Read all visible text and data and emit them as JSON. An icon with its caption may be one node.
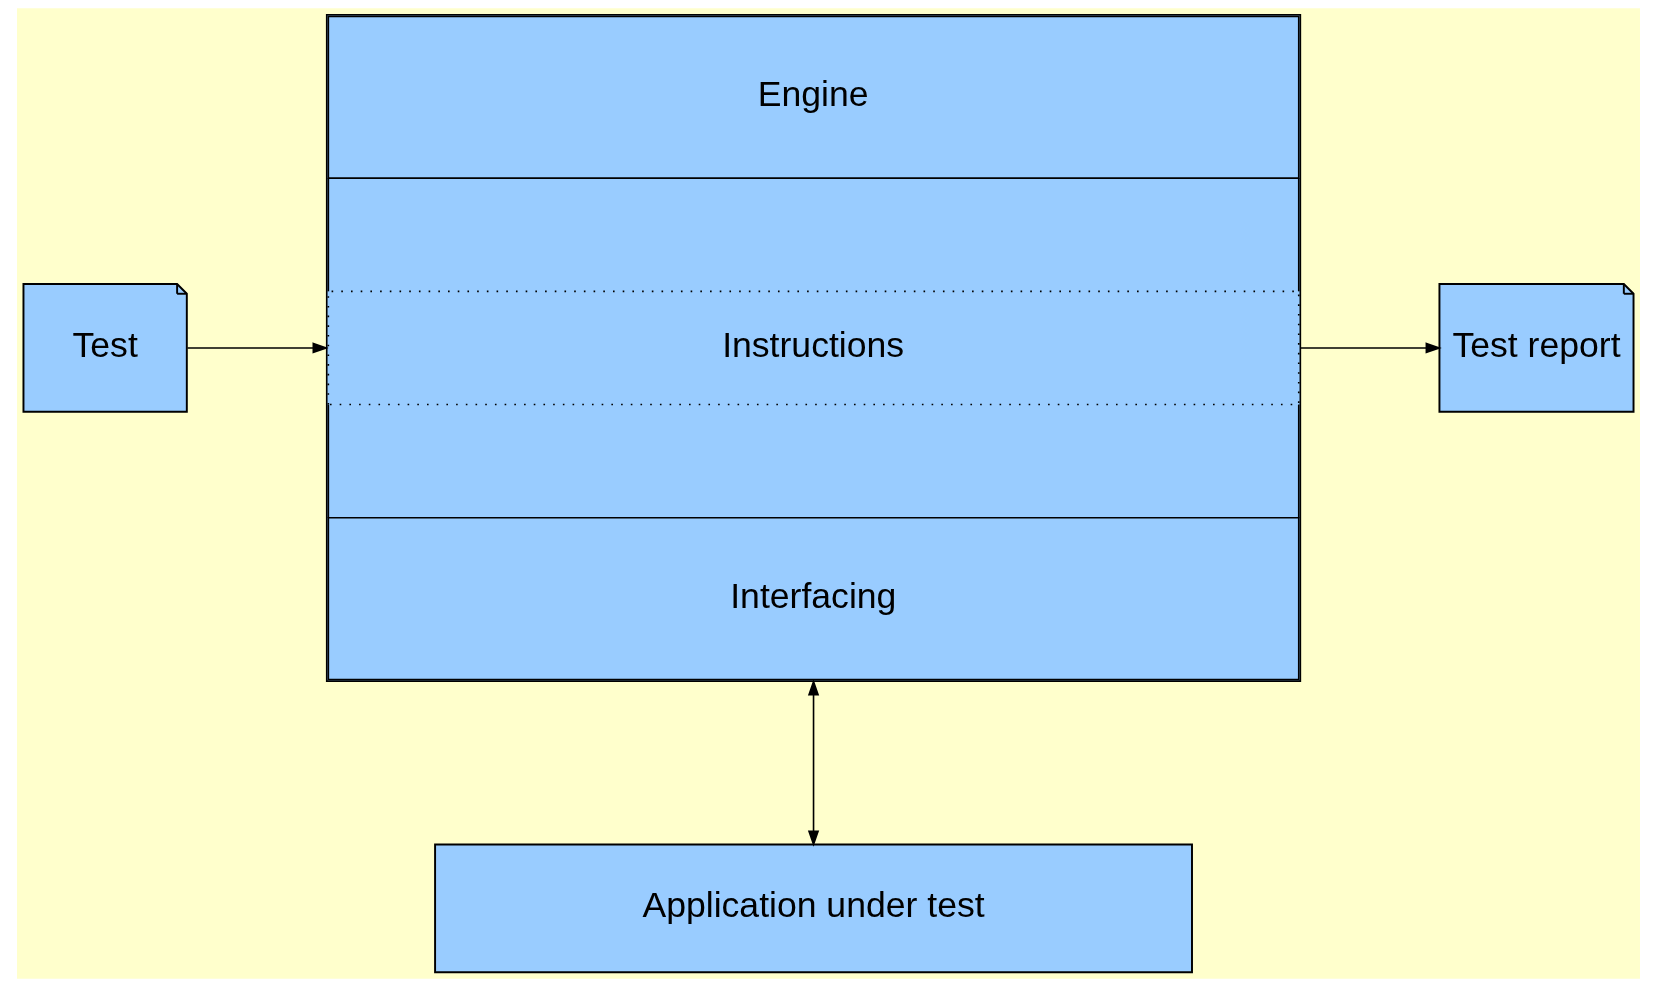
{
  "diagram": {
    "nodes": [
      {
        "text": [
          "Test"
        ]
      },
      {
        "text": [
          "Engine",
          "Instructions",
          "Interfacing"
        ]
      },
      {
        "text": [
          "Test report"
        ]
      },
      {
        "text": [
          "Application under test"
        ]
      }
    ],
    "edges": [
      {
        "from": 0,
        "to": 1,
        "arrow": "to"
      },
      {
        "from": 1,
        "to": 2,
        "arrow": "to"
      },
      {
        "from": 1,
        "to": 3,
        "arrow": "both"
      }
    ]
  }
}
